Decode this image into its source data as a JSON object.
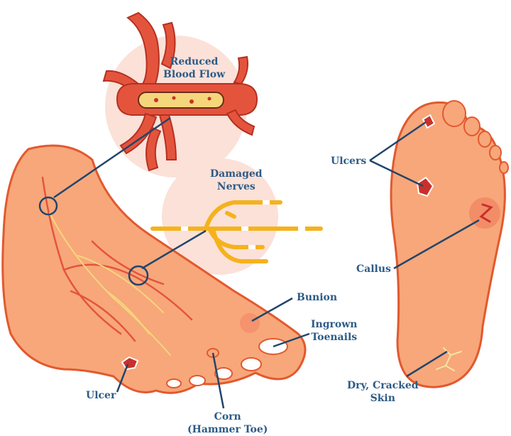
{
  "labels": {
    "reduced_blood_flow_1": "Reduced",
    "reduced_blood_flow_2": "Blood Flow",
    "damaged_nerves_1": "Damaged",
    "damaged_nerves_2": "Nerves",
    "bunion": "Bunion",
    "ingrown_1": "Ingrown",
    "ingrown_2": "Toenails",
    "ulcer": "Ulcer",
    "corn_1": "Corn",
    "corn_2": "(Hammer Toe)",
    "ulcers": "Ulcers",
    "callus": "Callus",
    "dry_1": "Dry, Cracked",
    "dry_2": "Skin"
  },
  "colors": {
    "label": "#2d5b87",
    "leader": "#22456b",
    "skin": "#f7a77a",
    "skin_outline": "#e2592e",
    "bubble": "#fbe1d8",
    "vessel": "#e4543d",
    "nerve": "#f5b21c",
    "wound": "#c9302c"
  }
}
